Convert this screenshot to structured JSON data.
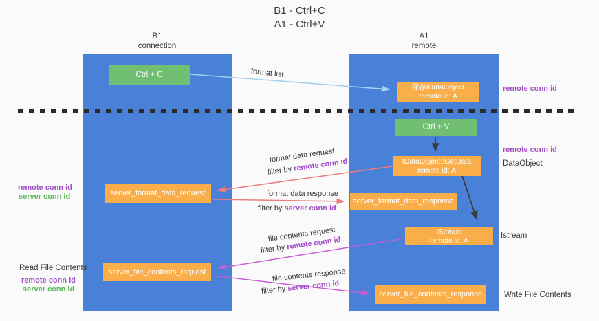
{
  "title": {
    "line1": "B1 - Ctrl+C",
    "line2": "A1 - Ctrl+V"
  },
  "columns": {
    "left": {
      "header_line1": "B1",
      "header_line2": "connection"
    },
    "right": {
      "header_line1": "A1",
      "header_line2": "remote"
    }
  },
  "nodes": {
    "ctrl_c": "Ctrl + C",
    "ctrl_v": "Ctrl + V",
    "save_dataobject": {
      "line1": "保存IDataObject",
      "line2": "remote id: A"
    },
    "getdata": {
      "line1": "IDataObject::GetData",
      "line2": "remote id: A"
    },
    "istream": {
      "line1": "IStream",
      "line2": "remote id: A"
    },
    "server_format_data_request": "server_format_data_request",
    "server_format_data_response": "server_format_data_response",
    "server_file_contents_request": "server_file_contents_request",
    "server_file_contents_response": "server_file_contents_response"
  },
  "flow_labels": {
    "format_list": "format list",
    "format_data_request": "format data request",
    "format_data_response": "format data response",
    "file_contents_request": "file contents request",
    "file_contents_response": "file contents response",
    "filter_by": "filter by",
    "remote_conn_id": "remote conn id",
    "server_conn_id": "server conn id"
  },
  "side_labels": {
    "left_remote_conn_id": "remote conn id",
    "left_server_conn_id": "server conn id",
    "read_file_contents": "Read File Contents",
    "left_remote_conn_id_2": "remote conn id",
    "left_server_conn_id_2": "server conn id",
    "right_remote_conn_id_top": "remote conn id",
    "right_remote_conn_id_mid": "remote conn id",
    "dataobject": "DataObject",
    "istream": "Istream",
    "write_file_contents": "Write File Contents"
  },
  "colors": {
    "bg": "#fafafa",
    "column_blue": "#4a81d8",
    "box_orange": "#faae4a",
    "box_green": "#71bf73",
    "purple_text": "#a34fc8",
    "green_text": "#58b65c",
    "arrow_salmon": "#ed7d7d",
    "arrow_magenta": "#c75ed2",
    "arrow_blue": "#a5d2ee",
    "arrow_black": "#3a3a3a",
    "dash_color": "#2a2a2a"
  }
}
